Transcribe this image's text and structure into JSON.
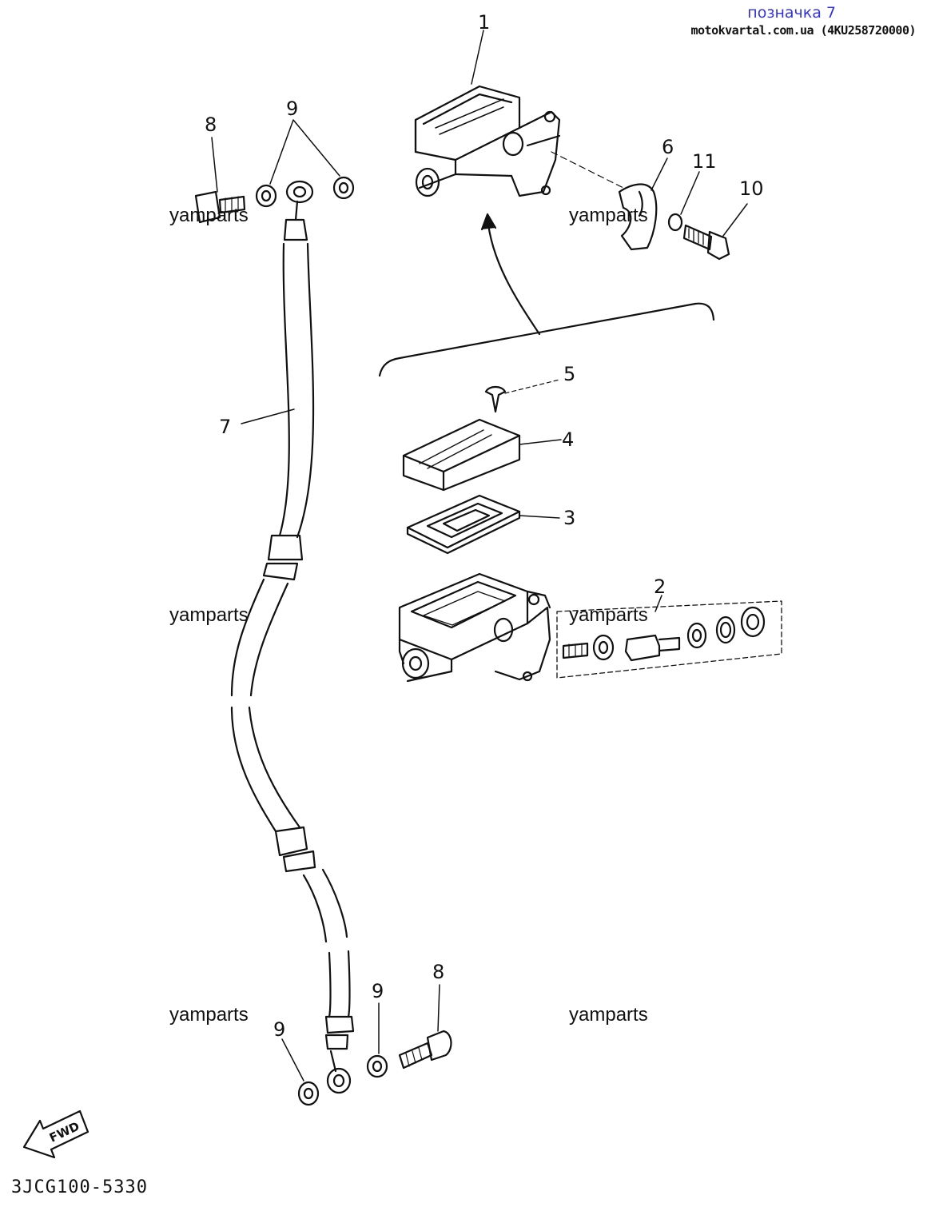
{
  "header": {
    "title": "позначка 7",
    "source": "motokvartal.com.ua (4KU258720000)"
  },
  "watermark": "yamparts",
  "drawing_code": "3JCG100-5330",
  "callouts": [
    "1",
    "2",
    "3",
    "4",
    "5",
    "6",
    "7",
    "8",
    "8",
    "9",
    "9",
    "9",
    "9",
    "10",
    "11"
  ],
  "fwd_label": "FWD",
  "colors": {
    "header_title": "#3333dd",
    "ink": "#111111"
  }
}
